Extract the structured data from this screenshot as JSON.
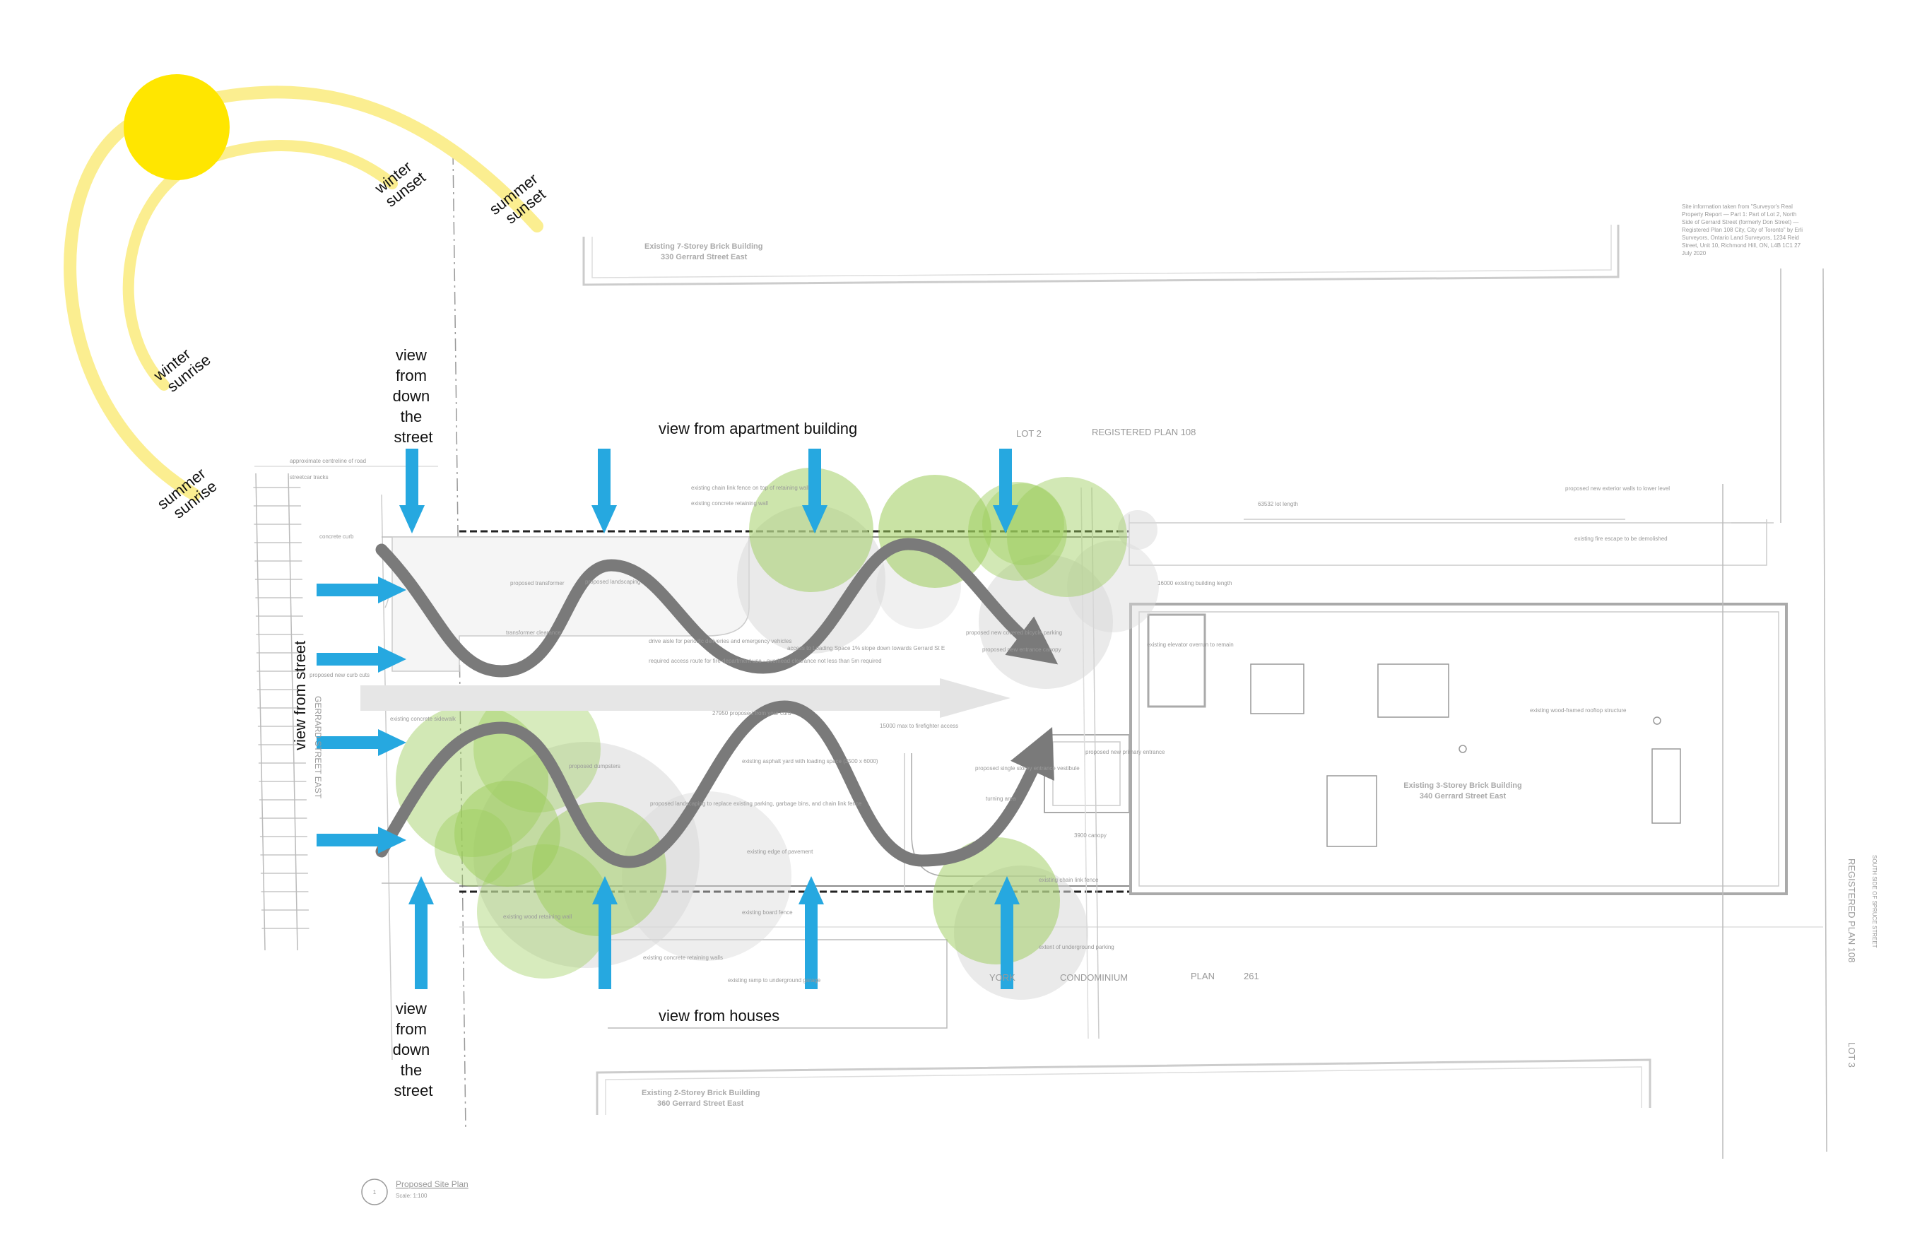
{
  "sun": {
    "winter_sunset": [
      "winter",
      "sunset"
    ],
    "summer_sunset": [
      "summer",
      "sunset"
    ],
    "winter_sunrise": [
      "winter",
      "sunrise"
    ],
    "summer_sunrise": [
      "summer",
      "sunrise"
    ],
    "sun_color": "#ffe600",
    "arc_color": "#fbee90"
  },
  "views": {
    "top_street": [
      "view",
      "from",
      "down",
      "the",
      "street"
    ],
    "bottom_street": [
      "view",
      "from",
      "down",
      "the",
      "street"
    ],
    "street": "view from street",
    "apartment": "view from apartment building",
    "houses": "view from houses",
    "arrow_color": "#26a8e0"
  },
  "plan": {
    "building_top_name": "Existing 7-Storey Brick Building",
    "building_top_addr": "330 Gerrard Street East",
    "building_main_name": "Existing 3-Storey Brick Building",
    "building_main_addr": "340 Gerrard Street East",
    "building_bottom_name": "Existing 2-Storey Brick Building",
    "building_bottom_addr": "360 Gerrard Street East",
    "lot2": "LOT  2",
    "registered_plan": "REGISTERED  PLAN  108",
    "york": "YORK",
    "condominium": "CONDOMINIUM",
    "plan": "PLAN",
    "plan_no": "261",
    "lot3": "LOT  3",
    "reg_plan_vertical": "REGISTERED  PLAN  108",
    "street_name": "GERRARD  STREET  EAST",
    "spruce": "SOUTH SIDE OF SPRUCE STREET",
    "title": "Proposed Site Plan",
    "scale": "Scale: 1:100",
    "drawing_no": "1",
    "survey_note": [
      "Site information taken from \"Surveyor's Real",
      "Property Report — Part 1: Part of Lot 2, North",
      "Side of Gerrard Street (formerly Don Street) —",
      "Registered Plan 108 City, City of Toronto\" by Erli",
      "Surveyors, Ontario Land Surveyors, 1234 Reid",
      "Street, Unit 10, Richmond Hill, ON, L4B 1C1  27",
      "July 2020"
    ],
    "notes": {
      "centreline": "approximate centreline of road",
      "tracks": "streetcar tracks",
      "curb": "concrete curb",
      "chainlink": "existing chain link fence on top of retaining wall",
      "retwall": "existing concrete retaining wall",
      "landscaping": "proposed landscaping",
      "transformer": "proposed transformer",
      "clearance": "transformer clearance",
      "drive": "drive aisle for periodic deliveries and emergency vehicles",
      "access": "required access route for fire department use - overhead clearance not less than 5m required",
      "loading": "access to Loading Space 1% slope down towards Gerrard St E",
      "dim1": "27950 proposed from your curb",
      "dim2": "15000 max to firefighter access",
      "dumpsters": "proposed dumpsters",
      "asphalt": "existing asphalt yard with loading space (3500 x 6000)",
      "landscape2": "proposed landscaping to replace existing parking, garbage bins, and chain link fence",
      "pavement": "existing edge of pavement",
      "boardfence": "existing board fence",
      "woodwall": "existing wood retaining wall",
      "concwalls": "existing concrete retaining walls",
      "ramp": "existing ramp to underground garage",
      "underground": "extent of underground parking",
      "chainlink2": "existing chain link fence",
      "canopy": "3900 canopy",
      "turning": "turning area",
      "bike": "proposed new covered bicycle parking",
      "entrance_canopy": "proposed new entrance canopy",
      "vestibule": "proposed single storey entrance vestibule",
      "primary": "proposed new primary entrance",
      "elevator": "existing elevator overrun to remain",
      "woodframe": "existing wood-framed rooftop structure",
      "bldg_length": "16000 existing building length",
      "lot_length": "63532 lot length",
      "egress": "existing fire escape to be demolished",
      "extwall": "proposed new exterior walls to lower level",
      "sidewalk": "existing concrete sidewalk",
      "curbcuts": "proposed new curb cuts"
    }
  },
  "colors": {
    "tree": "#9ccc5a",
    "tree_grey": "#d9d9d9",
    "flow": "#7a7a7a",
    "main_axis": "#e4e4e4"
  }
}
